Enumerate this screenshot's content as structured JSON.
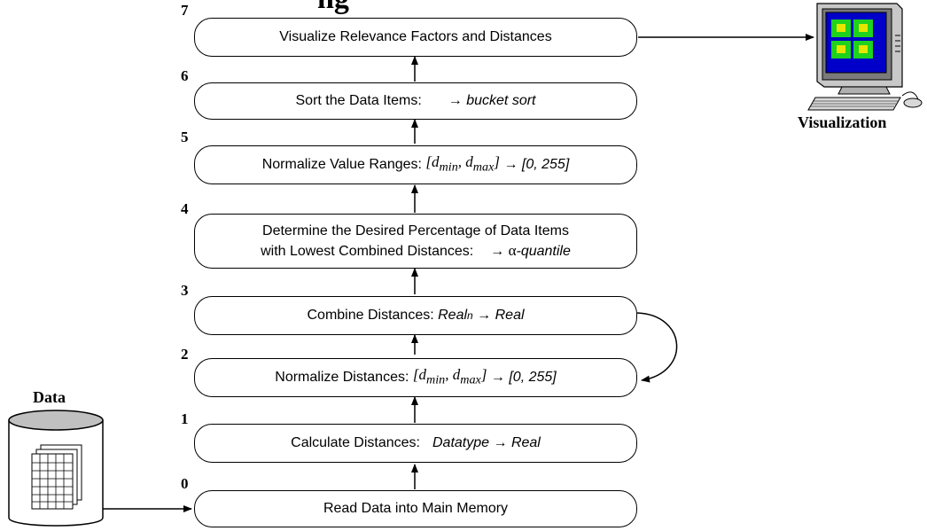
{
  "heading_fragment": "ng",
  "labels": {
    "data": "Data",
    "visualization": "Visualization"
  },
  "steps": [
    {
      "num": "7",
      "text": "Visualize Relevance Factors and Distances"
    },
    {
      "num": "6",
      "prefix": "Sort the Data Items:",
      "arrow": "→",
      "result": "bucket sort"
    },
    {
      "num": "5",
      "prefix": "Normalize Value Ranges:",
      "range": "[d",
      "sub1": "min",
      "comma": ", d",
      "sub2": "max",
      "close": "]",
      "arrow": "→",
      "result": "[0, 255]"
    },
    {
      "num": "4",
      "line1": "Determine the Desired Percentage of Data Items",
      "prefix": "with Lowest Combined Distances:",
      "arrow": "→",
      "alpha": "α",
      "result": "-quantile"
    },
    {
      "num": "3",
      "prefix": "Combine Distances:",
      "lhs": "Real",
      "sup": "n",
      "arrow": "→",
      "result": "Real"
    },
    {
      "num": "2",
      "prefix": "Normalize Distances:",
      "range": "[d",
      "sub1": "min",
      "comma": ", d",
      "sub2": "max",
      "close": "]",
      "arrow": "→",
      "result": "[0, 255]"
    },
    {
      "num": "1",
      "prefix": "Calculate Distances:",
      "lhs": "Datatype",
      "arrow": "→",
      "result": "Real"
    },
    {
      "num": "0",
      "text": "Read Data into Main Memory"
    }
  ]
}
